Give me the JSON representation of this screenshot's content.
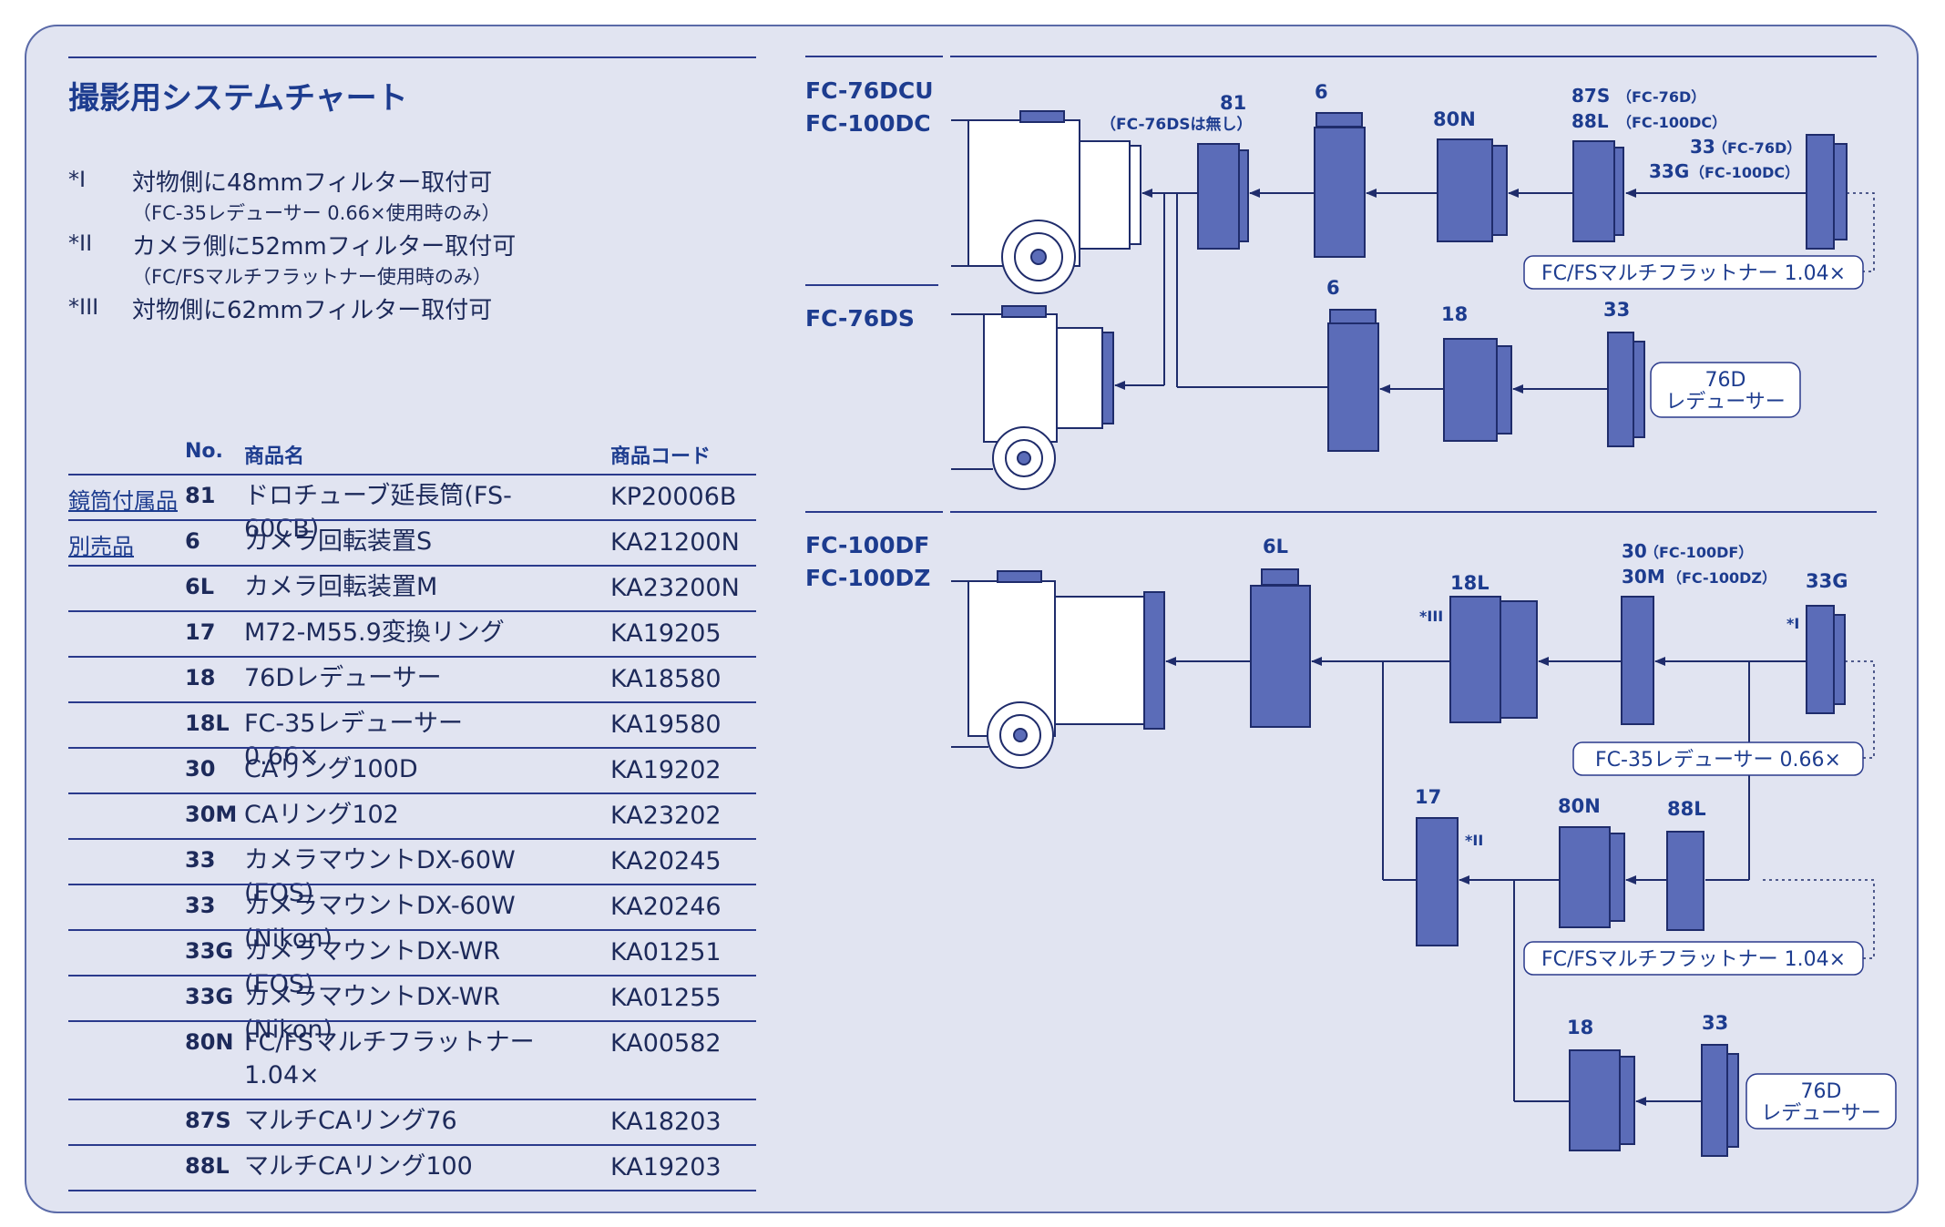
{
  "title": "撮影用システムチャート",
  "notes": [
    {
      "mark": "*I",
      "text": "対物側に48mmフィルター取付可",
      "sub": "（FC-35レデューサー 0.66×使用時のみ）"
    },
    {
      "mark": "*II",
      "text": "カメラ側に52mmフィルター取付可",
      "sub": "（FC/FSマルチフラットナー使用時のみ）"
    },
    {
      "mark": "*III",
      "text": "対物側に62mmフィルター取付可",
      "sub": ""
    }
  ],
  "table": {
    "headers": {
      "no": "No.",
      "name": "商品名",
      "code": "商品コード"
    },
    "rows": [
      {
        "cat": "鏡筒付属品",
        "no": "81",
        "name": "ドロチューブ延長筒(FS-60CB)",
        "code": "KP20006B"
      },
      {
        "cat": "別売品",
        "no": "6",
        "name": "カメラ回転装置S",
        "code": "KA21200N"
      },
      {
        "cat": "",
        "no": "6L",
        "name": "カメラ回転装置M",
        "code": "KA23200N"
      },
      {
        "cat": "",
        "no": "17",
        "name": "M72-M55.9変換リング",
        "code": "KA19205"
      },
      {
        "cat": "",
        "no": "18",
        "name": "76Dレデューサー",
        "code": "KA18580"
      },
      {
        "cat": "",
        "no": "18L",
        "name": "FC-35レデューサー 0.66×",
        "code": "KA19580"
      },
      {
        "cat": "",
        "no": "30",
        "name": "CAリング100D",
        "code": "KA19202"
      },
      {
        "cat": "",
        "no": "30M",
        "name": "CAリング102",
        "code": "KA23202"
      },
      {
        "cat": "",
        "no": "33",
        "name": "カメラマウントDX-60W (EOS)",
        "code": "KA20245"
      },
      {
        "cat": "",
        "no": "33",
        "name": "カメラマウントDX-60W (Nikon)",
        "code": "KA20246"
      },
      {
        "cat": "",
        "no": "33G",
        "name": "カメラマウントDX-WR (EOS)",
        "code": "KA01251"
      },
      {
        "cat": "",
        "no": "33G",
        "name": "カメラマウントDX-WR (Nikon)",
        "code": "KA01255"
      },
      {
        "cat": "",
        "no": "80N",
        "name": "FC/FSマルチフラットナー 1.04×",
        "code": "KA00582"
      },
      {
        "cat": "",
        "no": "87S",
        "name": "マルチCAリング76",
        "code": "KA18203"
      },
      {
        "cat": "",
        "no": "88L",
        "name": "マルチCAリング100",
        "code": "KA19203"
      }
    ]
  },
  "diagram": {
    "scopes": {
      "fc76dcu": "FC-76DCU",
      "fc100dc": "FC-100DC",
      "fc76ds": "FC-76DS",
      "fc100df": "FC-100DF",
      "fc100dz": "FC-100DZ"
    },
    "labels": {
      "p81": "81",
      "p81_note": "（FC-76DSは無し）",
      "p6a": "6",
      "p80n_a": "80N",
      "p87s": "87S",
      "p87s_note": "（FC-76D）",
      "p88l_a": "88L",
      "p88l_note": "（FC-100DC）",
      "p33_a": "33",
      "p33_note": "（FC-76D）",
      "p33g_a": "33G",
      "p33g_note": "（FC-100DC）",
      "p6b": "6",
      "p18b": "18",
      "p33b": "33",
      "p6l": "6L",
      "p18l": "18L",
      "p30": "30",
      "p30_note": "（FC-100DF）",
      "p30m": "30M",
      "p30m_note": "（FC-100DZ）",
      "p33g_c": "33G",
      "p17": "17",
      "p80n_c": "80N",
      "p88l_c": "88L",
      "p18c": "18",
      "p33c": "33",
      "m3": "*III",
      "m1": "*I",
      "m2": "*II"
    },
    "boxes": {
      "flattener_a": "FC/FSマルチフラットナー 1.04×",
      "reducer76d_a_l1": "76D",
      "reducer76d_a_l2": "レデューサー",
      "fc35": "FC-35レデューサー 0.66×",
      "flattener_b": "FC/FSマルチフラットナー 1.04×",
      "reducer76d_b_l1": "76D",
      "reducer76d_b_l2": "レデューサー"
    },
    "colors": {
      "part_fill": "#5b6cb8",
      "part_stroke": "#1f2c6b",
      "scope_fill": "#ffffff",
      "accent": "#1d3c8f"
    }
  }
}
